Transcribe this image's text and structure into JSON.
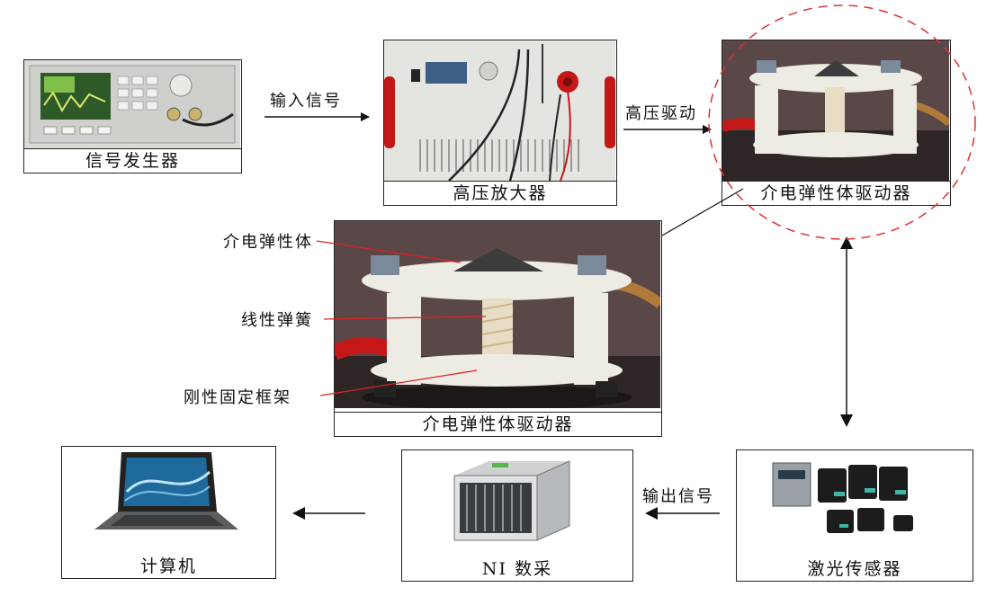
{
  "nodes": {
    "signal_generator": "信号发生器",
    "hv_amplifier": "高压放大器",
    "dea_driver_top": "介电弹性体驱动器",
    "dea_driver_center": "介电弹性体驱动器",
    "laser_sensor": "激光传感器",
    "ni_daq": "NI 数采",
    "computer": "计算机"
  },
  "arrows": {
    "input_signal": "输入信号",
    "hv_drive": "高压驱动",
    "output_signal": "输出信号"
  },
  "callouts": {
    "dielectric_elastomer": "介电弹性体",
    "linear_spring": "线性弹簧",
    "rigid_frame": "刚性固定框架"
  },
  "colors": {
    "callout_line": "#e02020",
    "highlight_circle": "#e03030",
    "device_white": "#ecebe4",
    "cable_red": "#c41818"
  }
}
